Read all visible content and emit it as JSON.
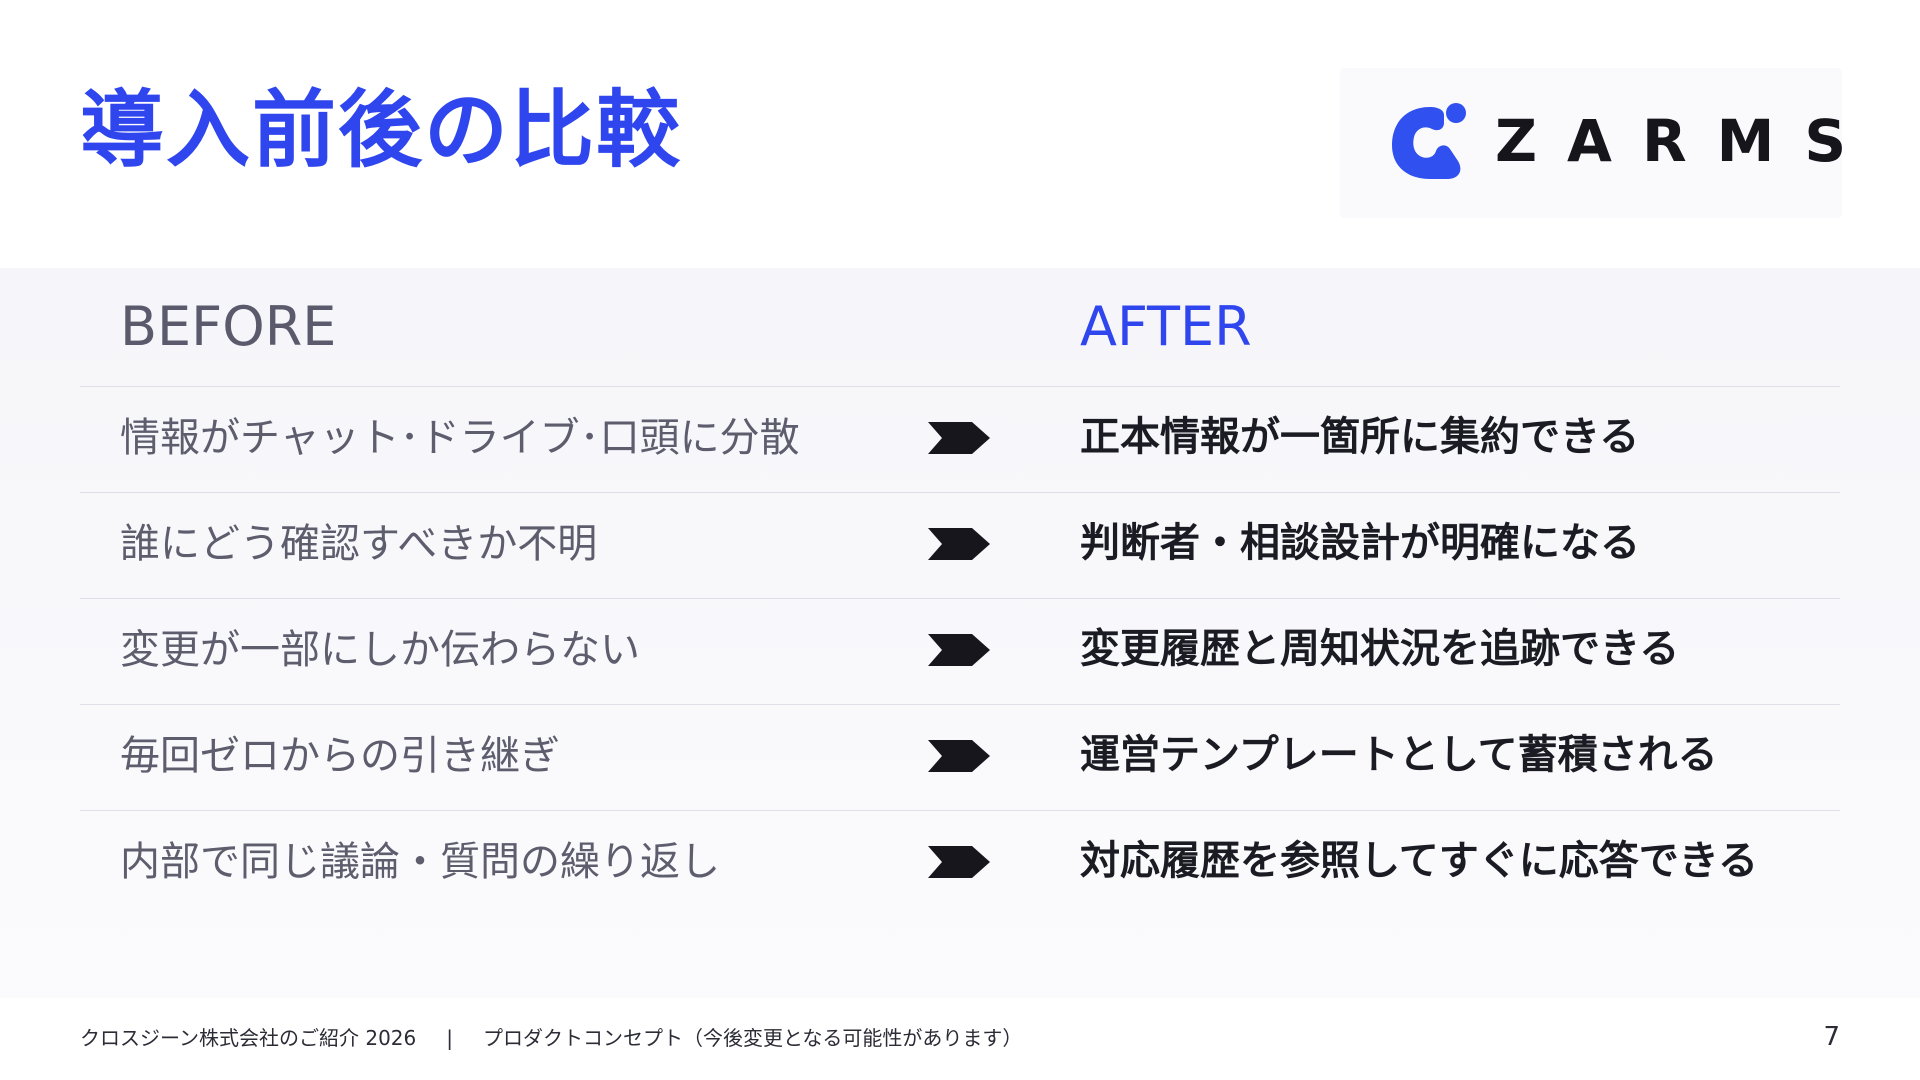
{
  "slide": {
    "title": "導入前後の比較",
    "logo_text": "ZARMS",
    "logo_icon": "zarms-logo-mark",
    "accent_color": "#2f46ef"
  },
  "comparison": {
    "before_heading": "BEFORE",
    "after_heading": "AFTER",
    "arrow_icon": "chevron-right-icon",
    "rows": [
      {
        "before": "情報がチャット･ドライブ･口頭に分散",
        "after": "正本情報が一箇所に集約できる"
      },
      {
        "before": "誰にどう確認すべきか不明",
        "after": "判断者・相談設計が明確になる"
      },
      {
        "before": "変更が一部にしか伝わらない",
        "after": "変更履歴と周知状況を追跡できる"
      },
      {
        "before": "毎回ゼロからの引き継ぎ",
        "after": "運営テンプレートとして蓄積される"
      },
      {
        "before": "内部で同じ議論・質問の繰り返し",
        "after": "対応履歴を参照してすぐに応答できる"
      }
    ]
  },
  "footer": {
    "company": "クロスジーン株式会社のご紹介 2026",
    "separator": "|",
    "note": "プロダクトコンセプト（今後変更となる可能性があります）",
    "page_number": "7"
  }
}
